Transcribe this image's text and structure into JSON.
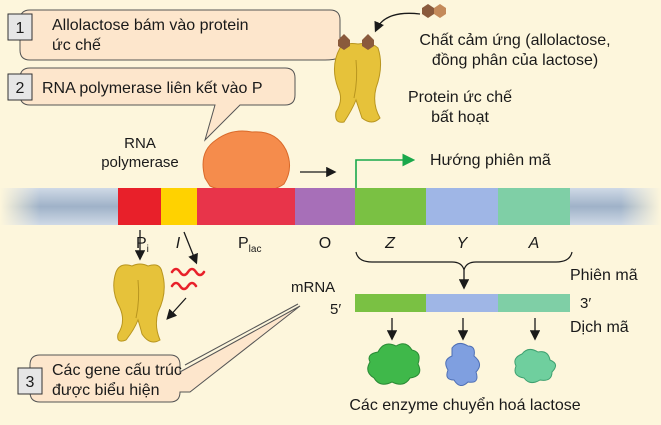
{
  "steps": [
    {
      "num": "1",
      "text_line1": "Allolactose bám vào protein",
      "text_line2": "ức chế"
    },
    {
      "num": "2",
      "text_line1": "RNA polymerase liên kết vào P",
      "text_line2": ""
    },
    {
      "num": "3",
      "text_line1": "Các gene cấu trúc",
      "text_line2": "được biểu hiện"
    }
  ],
  "labels": {
    "inducer_line1": "Chất cảm ứng (allolactose,",
    "inducer_line2": "đồng phân của lactose)",
    "repressor_inactive_line1": "Protein ức chế",
    "repressor_inactive_line2": "bất hoạt",
    "rnap_line1": "RNA",
    "rnap_line2": "polymerase",
    "transcription_direction": "Hướng phiên mã",
    "transcription": "Phiên mã",
    "translation": "Dịch mã",
    "mrna": "mRNA",
    "five_prime": "5′",
    "three_prime": "3′",
    "enzymes": "Các enzyme chuyển hoá lactose"
  },
  "segments": {
    "pi_main": "P",
    "pi_sub": "i",
    "i": "I",
    "plac_main": "P",
    "plac_sub": "lac",
    "o": "O",
    "z": "Z",
    "y": "Y",
    "a": "A"
  },
  "colors": {
    "background": "#fdf6dc",
    "callout_fill": "#fde6cc",
    "pi": "#e8202a",
    "i": "#ffd200",
    "plac": "#e8344a",
    "o": "#a76fb8",
    "z": "#7ac143",
    "y": "#9fb6e6",
    "a": "#7fcfa6",
    "rnap": "#f58c4c",
    "repressor": "#e6c23a",
    "inducer": "#8a5a3c",
    "arrow_green": "#1aa84b",
    "mrna_wave": "#e8202a"
  }
}
